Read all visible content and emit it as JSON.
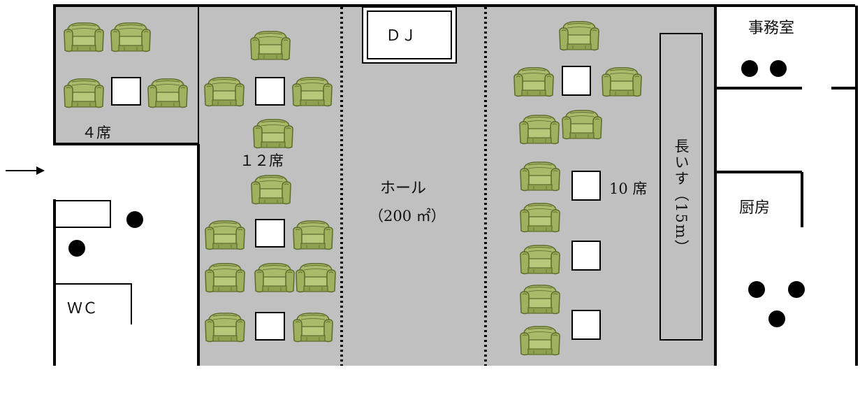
{
  "labels": {
    "dj": "ＤＪ",
    "office": "事務室",
    "seats_4": "４席",
    "seats_12": "１２席",
    "hall": "ホール",
    "hall_area": "（200 ㎡）",
    "seats_10": "10 席",
    "bench": "長いす（15m）",
    "kitchen": "厨房",
    "wc": "ＷＣ"
  },
  "colors": {
    "floor": "#c0c0c0",
    "wall": "#000000",
    "sofa": "#aab96a",
    "sofa_dark": "#5f6b2c"
  },
  "icons": {
    "sofa": "armchair-icon",
    "table": "square-table-icon",
    "person": "black-dot-icon",
    "entrance": "right-arrow-icon"
  }
}
